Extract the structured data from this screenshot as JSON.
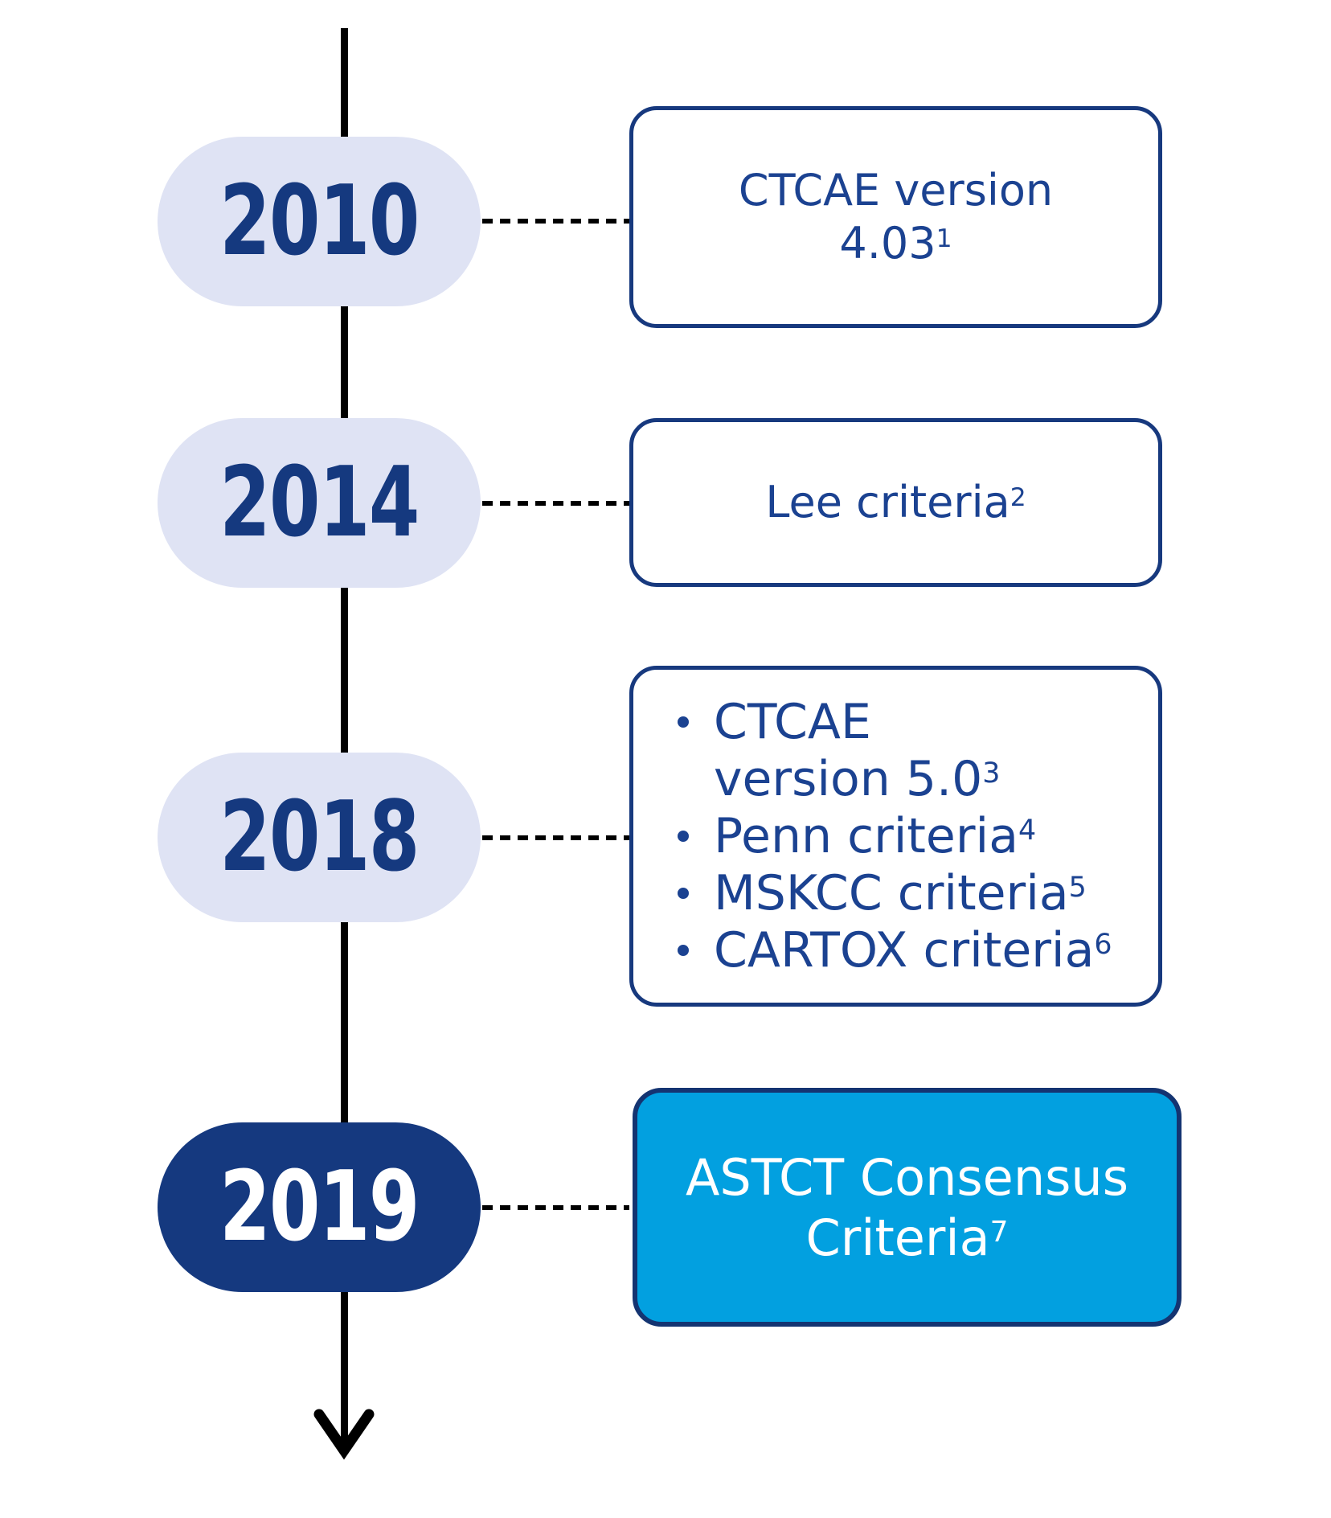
{
  "figure": {
    "type": "vertical-timeline",
    "description_visible_elements": "timeline arrow with four year badges connected by dotted lines to criteria boxes"
  },
  "colors": {
    "navy": "#15397F",
    "box_border_navy": "#17397E",
    "box_text_blue": "#1B4291",
    "light_pill": "#DFE3F4",
    "cyan_box_fill": "#02A0E0",
    "cyan_box_border": "#143471",
    "axis_black": "#000000",
    "white": "#FFFFFF"
  },
  "icons": {
    "arrow_down": "arrow-down-icon",
    "bullet": "bullet-icon"
  },
  "events": {
    "e2010": {
      "year": "2010",
      "box": {
        "line1": "CTCAE version",
        "line2": "4.03",
        "sup": "1"
      }
    },
    "e2014": {
      "year": "2014",
      "box": {
        "text": "Lee criteria",
        "sup": "2"
      }
    },
    "e2018": {
      "year": "2018",
      "box": {
        "items": [
          {
            "line1": "CTCAE",
            "line2": "version 5.0",
            "sup": "3"
          },
          {
            "text": "Penn criteria",
            "sup": "4"
          },
          {
            "text": "MSKCC criteria",
            "sup": "5"
          },
          {
            "text": "CARTOX criteria",
            "sup": "6"
          }
        ]
      }
    },
    "e2019": {
      "year": "2019",
      "box": {
        "line1": "ASTCT Consensus",
        "line2": "Criteria",
        "sup": "7"
      }
    }
  }
}
